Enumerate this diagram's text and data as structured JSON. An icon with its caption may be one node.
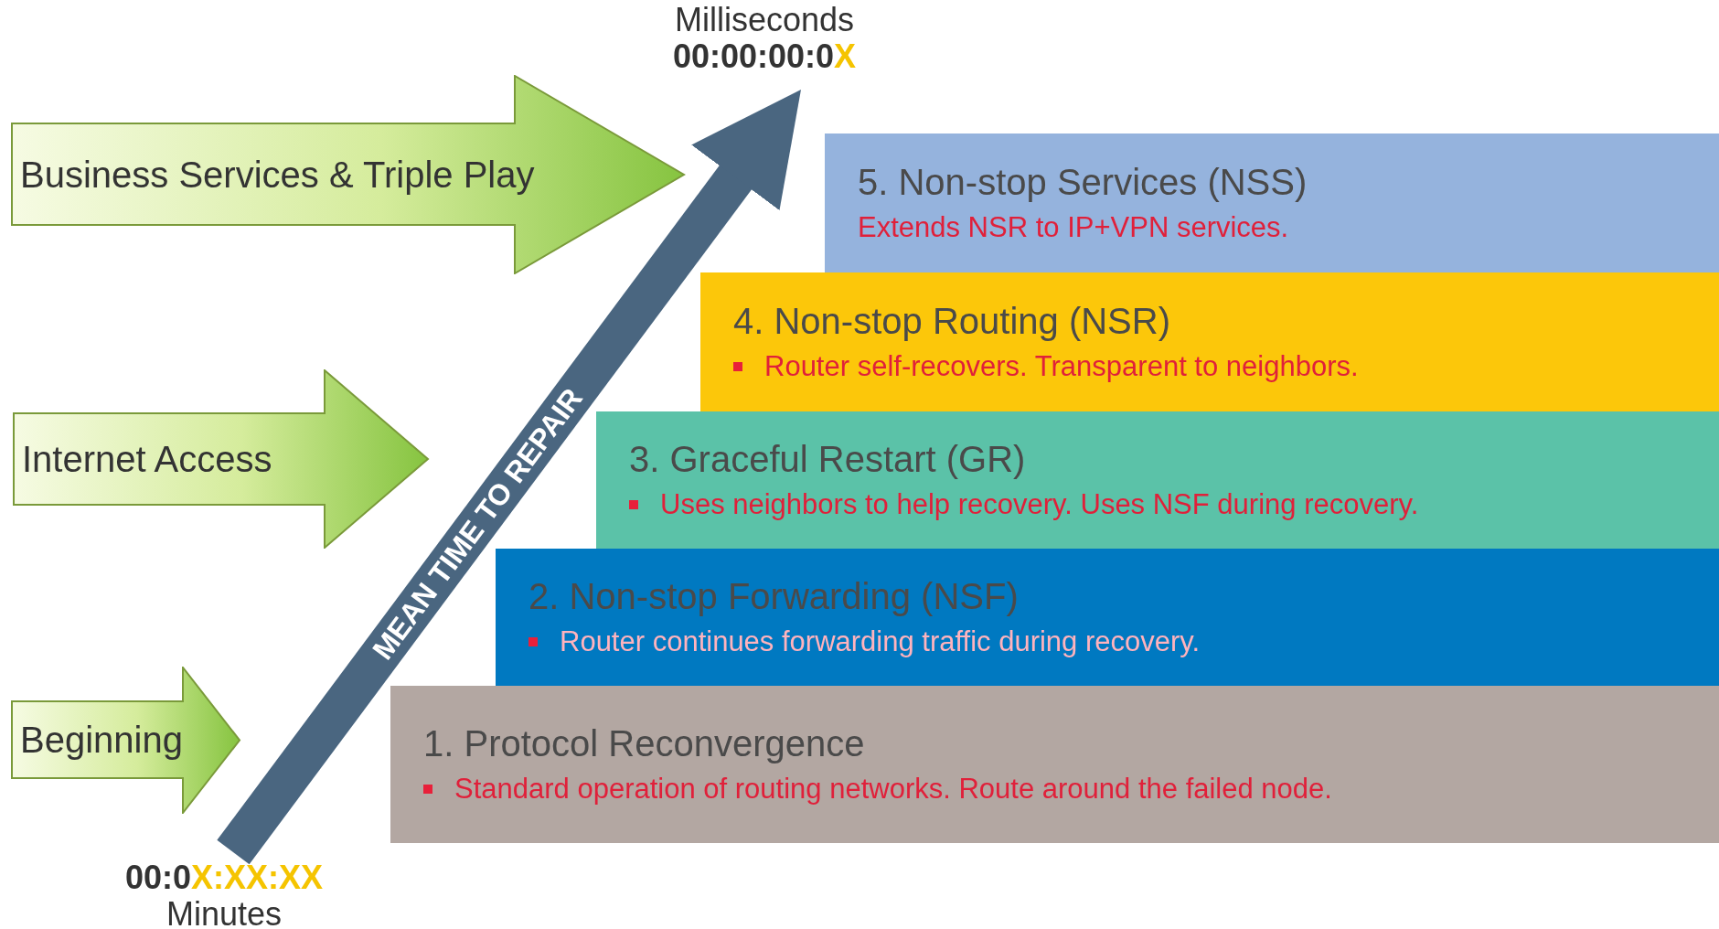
{
  "diagram": {
    "nodes": [
      {
        "text": [
          "Milliseconds",
          "00:00:00:0X"
        ]
      },
      {
        "text": [
          "Business Services & Triple Play"
        ]
      },
      {
        "text": [
          "5. Non-stop Services (NSS)",
          "Extends NSR to IP+VPN services."
        ]
      },
      {
        "text": [
          "4. Non-stop Routing (NSR)",
          "Router self-recovers. Transparent to neighbors."
        ]
      },
      {
        "text": [
          "Internet Access"
        ]
      },
      {
        "text": [
          "3. Graceful Restart (GR)",
          "Uses neighbors to help recovery. Uses NSF during recovery."
        ]
      },
      {
        "text": [
          "2. Non-stop Forwarding (NSF)",
          "Router continues forwarding traffic during recovery."
        ]
      },
      {
        "text": [
          "Beginning"
        ]
      },
      {
        "text": [
          "1. Protocol Reconvergence",
          "Standard operation of routing networks. Route around the failed node."
        ]
      },
      {
        "text": [
          "00:0X:XX:XX",
          "Minutes"
        ]
      }
    ],
    "edges": [
      {
        "from": 9,
        "to": 0,
        "arrow": "to",
        "label": "MEAN TIME TO REPAIR"
      }
    ]
  }
}
